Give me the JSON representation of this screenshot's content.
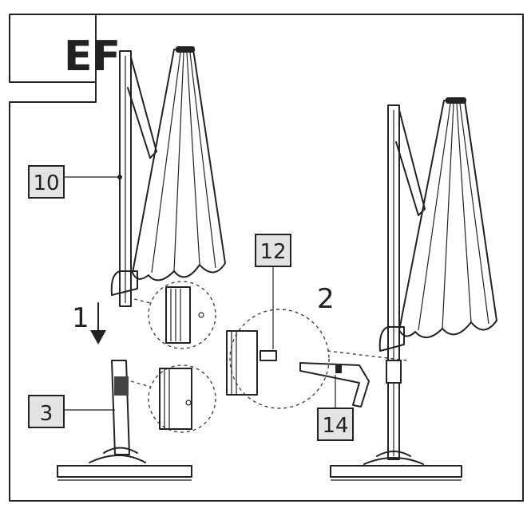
{
  "section_tag": "EF",
  "steps": {
    "step1": "1",
    "step2": "2"
  },
  "callouts": {
    "c10": "10",
    "c12": "12",
    "c3": "3",
    "c14": "14"
  },
  "colors": {
    "ink": "#222222",
    "label_fill": "#e3e3e3",
    "background": "#ffffff"
  }
}
